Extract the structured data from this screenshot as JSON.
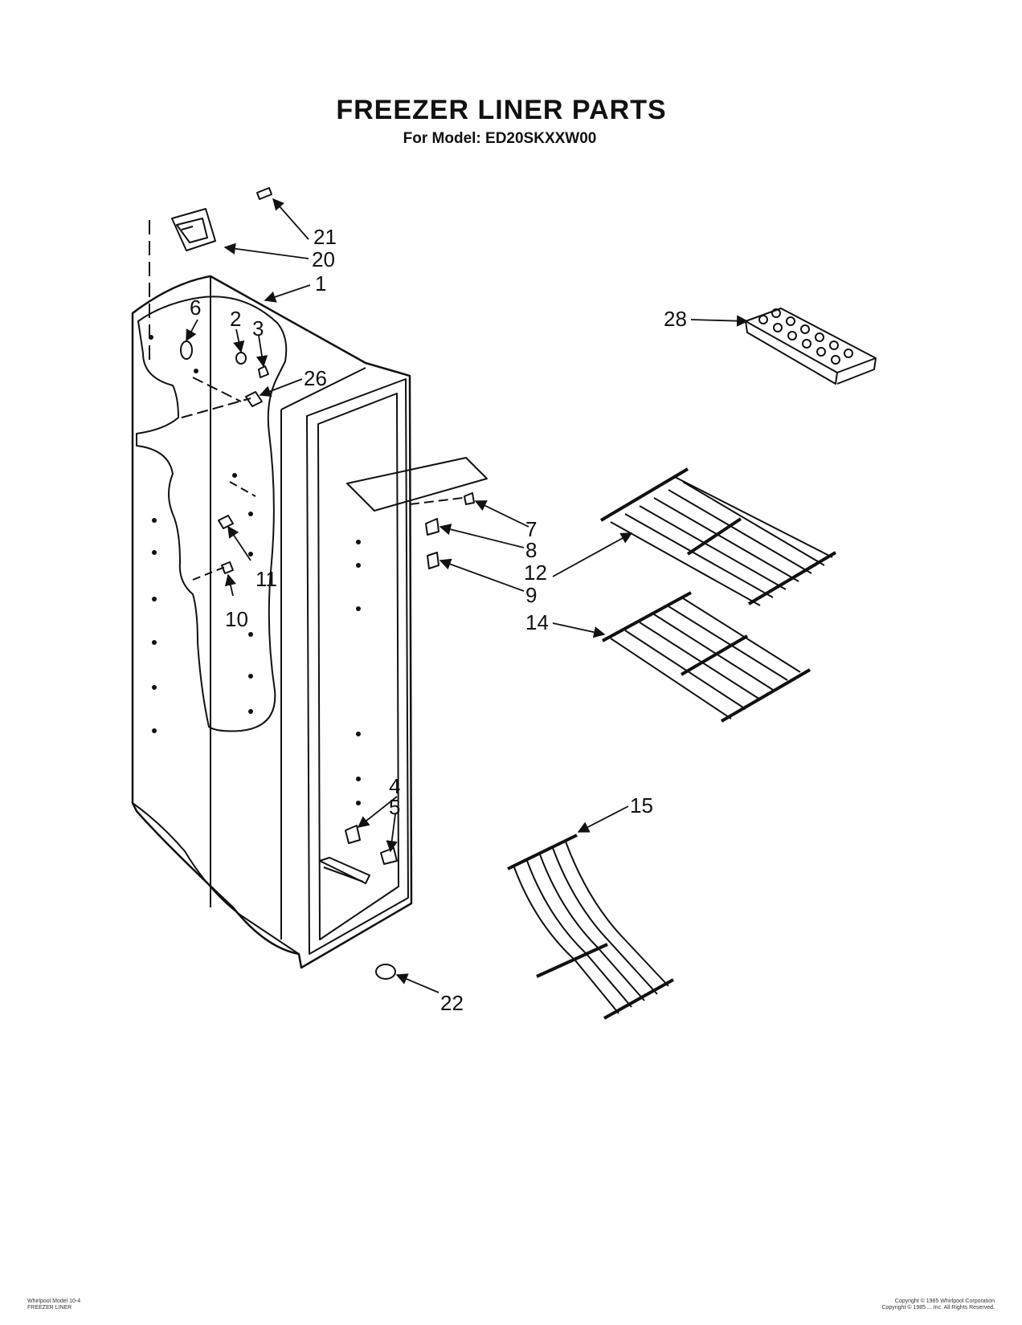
{
  "header": {
    "title": "FREEZER LINER PARTS",
    "subtitle": "For Model: ED20SKXXW00"
  },
  "callouts": [
    "21",
    "20",
    "1",
    "6",
    "2",
    "3",
    "26",
    "28",
    "7",
    "8",
    "12",
    "9",
    "11",
    "10",
    "14",
    "4",
    "5",
    "15",
    "22"
  ],
  "footer": {
    "left_line1": "Whirlpool Model 10-4",
    "left_line2": "FREEZER LINER",
    "right_line1": "Copyright © 1985 Whirlpool Corporation",
    "right_line2": "Copyright © 1985 ... Inc. All Rights Reserved."
  }
}
